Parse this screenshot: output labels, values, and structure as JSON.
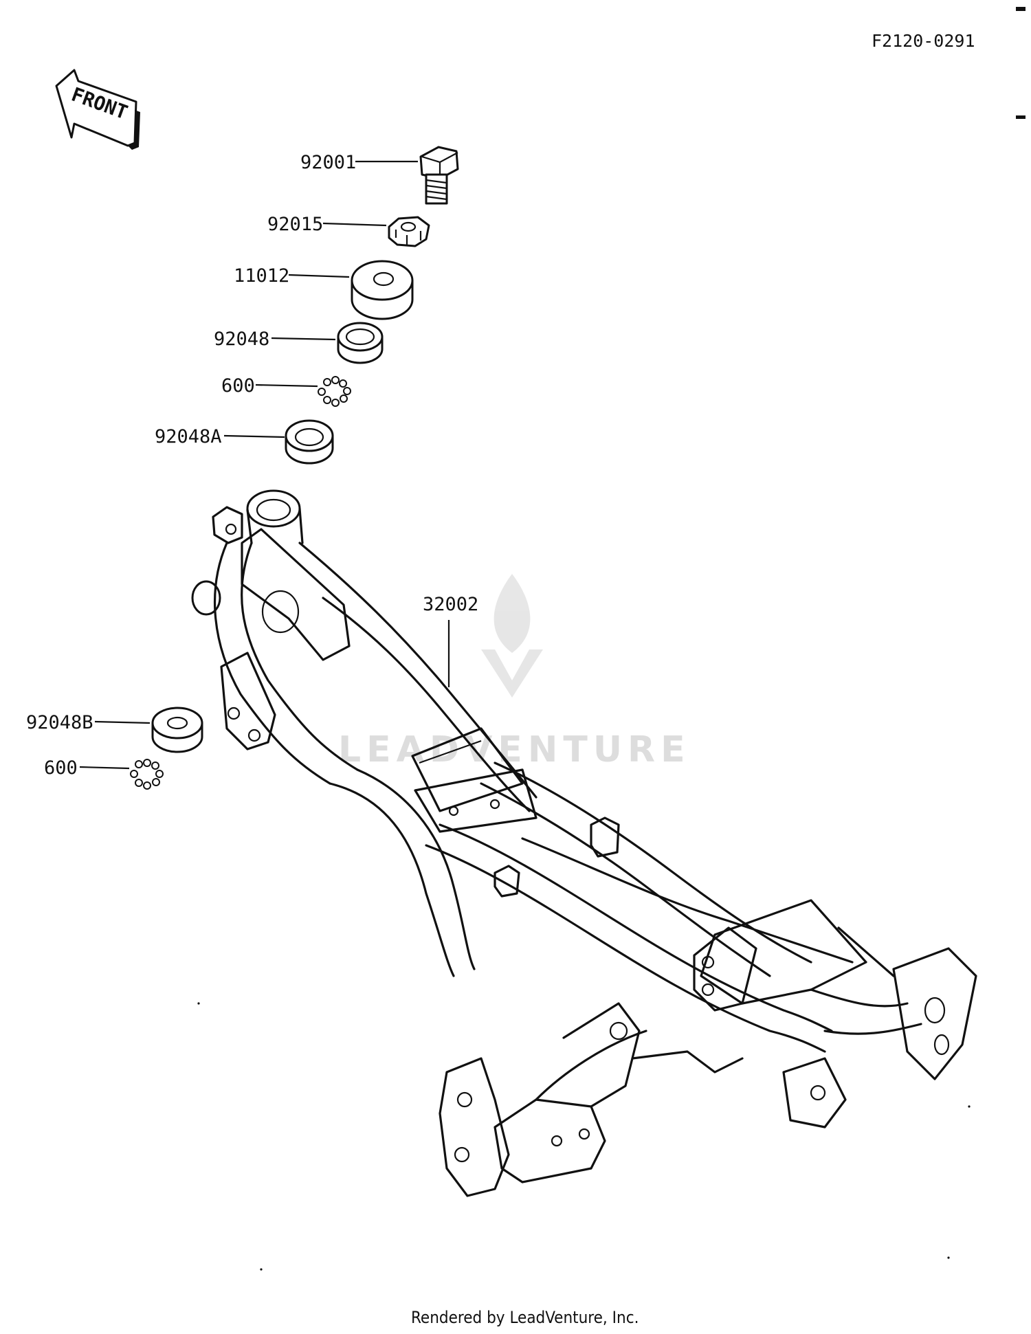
{
  "diagram_code": "F2120-0291",
  "front_arrow_label": "FRONT",
  "footer_text": "Rendered by LeadVenture, Inc.",
  "watermark_text": "LEADVENTURE",
  "callouts": {
    "bolt": "92001",
    "nut": "92015",
    "cap": "11012",
    "race_top": "92048",
    "balls_top": "600",
    "race_a": "92048A",
    "frame": "32002",
    "race_b": "92048B",
    "balls_bottom": "600"
  }
}
